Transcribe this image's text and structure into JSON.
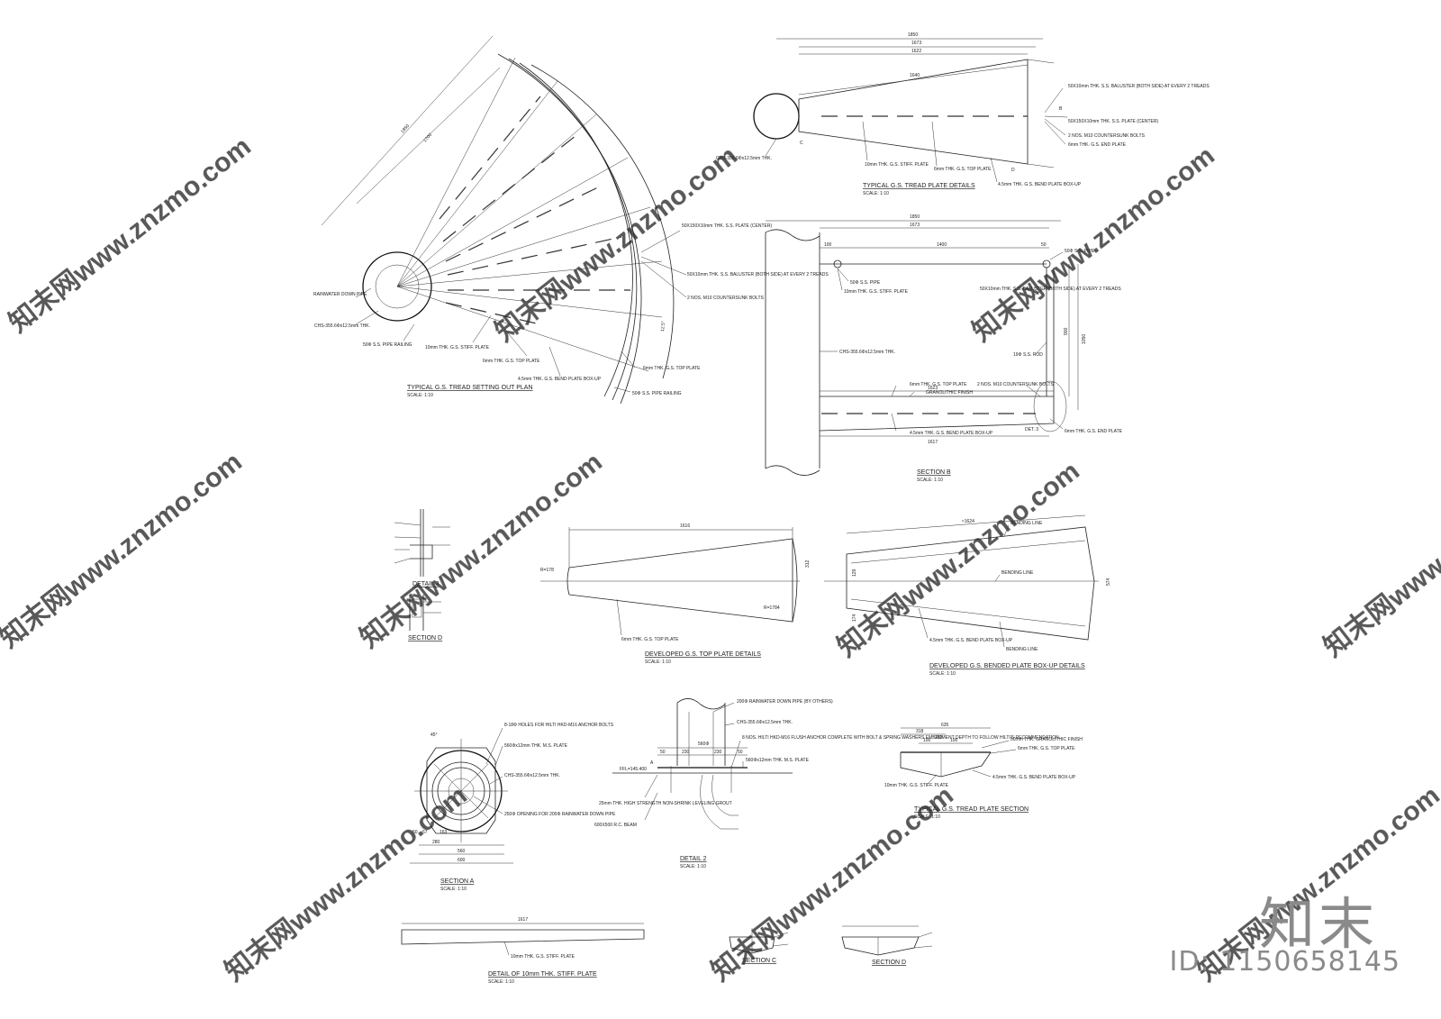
{
  "drawings": {
    "setting_out_plan": {
      "title": "TYPICAL G.S. TREAD SETTING OUT PLAN",
      "scale": "SCALE: 1:10",
      "labels": {
        "downpipe": "RAINWATER DOWN PIPE",
        "chs": "CHS-355.6Φx12.5mm THK.",
        "pipe_railing": "50Φ S.S. PIPE RAILING",
        "stiff_plate": "10mm THK. G.S. STIFF. PLATE",
        "top_plate": "6mm THK. G.S. TOP PLATE",
        "box_up": "4.5mm THK. G.S. BEND PLATE BOX-UP",
        "center_plate": "50X150X10mm THK. S.S. PLATE (CENTER)",
        "baluster": "50X10mm THK. S.S. BALUSTER (BOTH SIDE) AT EVERY 2 TREADS",
        "bolts": "2 NOS. M10 COUNTERSUNK BOLTS",
        "top_plate_2": "6mm THK. G.S. TOP PLATE",
        "railing_2": "50Φ S.S. PIPE RAILING"
      },
      "dims": [
        "1850",
        "1700",
        "12.5°"
      ]
    },
    "tread_plate_details": {
      "title": "TYPICAL G.S. TREAD PLATE DETAILS",
      "scale": "SCALE: 1:10",
      "dims": [
        "1850",
        "1673",
        "1622",
        "1640"
      ],
      "labels": {
        "chs": "CHS-355.6Φx12.5mm THK.",
        "stiff": "10mm THK. G.S. STIFF. PLATE",
        "top": "6mm THK. G.S. TOP PLATE",
        "box": "4.5mm THK. G.S. BEND PLATE BOX-UP",
        "baluster": "50X10mm THK. S.S. BALUSTER (BOTH SIDE) AT EVERY 2 TREADS",
        "center": "50X150X10mm THK. S.S. PLATE (CENTER)",
        "bolts": "2 NOS. M10 COUNTERSUNK BOLTS",
        "end": "6mm THK. G.S. END PLATE"
      },
      "markers": [
        "C",
        "D",
        "B"
      ]
    },
    "section_b": {
      "title": "SECTION B",
      "scale": "SCALE: 1:10",
      "dims": [
        "1850",
        "1673",
        "1400",
        "1623",
        "1617",
        "100",
        "50",
        "900",
        "1050"
      ],
      "labels": {
        "pipe_top": "50Φ S.S. PIPE",
        "pipe_left": "50Φ S.S. PIPE",
        "stiff": "10mm THK. G.S. STIFF. PLATE",
        "baluster": "50X10mm THK. S.S. BALUSTER (BOTH SIDE) AT EVERY 2 TREADS",
        "rod": "19Φ S.S. ROD",
        "chs": "CHS-355.6Φx12.5mm THK.",
        "top_plate": "6mm THK. G.S. TOP PLATE",
        "granolithic": "GRANOLITHIC FINISH",
        "bolts": "2 NOS. M10 COUNTERSUNK BOLTS",
        "box": "4.5mm THK. G.S. BEND PLATE BOX-UP",
        "end": "6mm THK. G.S. END PLATE",
        "det3": "DET. 3"
      }
    },
    "small_details": {
      "detail_3": "DETAIL 3",
      "section_d": "SECTION D"
    },
    "developed_top_plate": {
      "title": "DEVELOPED G.S. TOP PLATE DETAILS",
      "scale": "SCALE: 1:10",
      "dims": [
        "1616",
        "R=178",
        "R=1784",
        "312"
      ],
      "labels": {
        "top": "6mm THK. G.S. TOP PLATE"
      }
    },
    "developed_box_up": {
      "title": "DEVELOPED G.S. BENDED PLATE BOX-UP DETAILS",
      "scale": "SCALE: 1:10",
      "dims": [
        "≈1624",
        "574",
        "174",
        "129"
      ],
      "labels": {
        "bend1": "BENDING LINE",
        "bend2": "BENDING LINE",
        "bend3": "BENDING LINE",
        "box": "4.5mm THK. G.S. BEND PLATE BOX-UP"
      }
    },
    "section_a": {
      "title": "SECTION A",
      "scale": "SCALE: 1:10",
      "dims": [
        "560",
        "280",
        "163",
        "67",
        "50",
        "600",
        "45°"
      ],
      "labels": {
        "holes": "8-18Φ HOLES FOR HILTI HKD-M16 ANCHOR BOLTS",
        "plate": "560Φx12mm THK. M.S. PLATE",
        "chs": "CHS-355.6Φx12.5mm THK.",
        "opening": "250Φ OPENING FOR 200Φ RAINWATER DOWN PIPE"
      }
    },
    "detail_2": {
      "title": "DETAIL 2",
      "scale": "SCALE: 1:10",
      "dims": [
        "560Φ",
        "50",
        "230",
        "230",
        "50"
      ],
      "labels": {
        "downpipe": "200Φ RAINWATER DOWN PIPE (BY OTHERS)",
        "chs": "CHS-355.6Φx12.5mm THK.",
        "anchor": "8 NOS. HILTI HKD-M16 FLUSH ANCHOR COMPLETE WITH BOLT & SPRING WASHERS EMBEDMENT DEPTH TO FOLLOW HILTI'S RECOMMENDATION",
        "plate": "560Φx12mm THK. M.S. PLATE",
        "ffl": "FFL=145.400",
        "grout": "25mm THK. HIGH STRENGTH NON-SHRINK LEVELING GROUT",
        "beam": "600X500 R.C. BEAM"
      },
      "markers": [
        "A"
      ]
    },
    "tread_plate_section": {
      "title": "TYPICAL G.S. TREAD PLATE SECTION",
      "scale": "SCALE: 1:10",
      "dims": [
        "635",
        "318",
        "100",
        "100",
        "280"
      ],
      "labels": {
        "granolithic": "50mm THK. GRANOLITHIC FINISH",
        "top": "6mm THK. G.S. TOP PLATE",
        "box": "4.5mm THK. G.S. BEND PLATE BOX-UP",
        "stiff": "10mm THK. G.S. STIFF. PLATE"
      }
    },
    "stiff_plate": {
      "title": "DETAIL OF 10mm THK. STIFF. PLATE",
      "scale": "SCALE: 1:10",
      "dims": [
        "1617"
      ],
      "labels": {
        "stiff": "10mm THK. G.S. STIFF. PLATE"
      }
    },
    "section_c": {
      "title": "SECTION C"
    },
    "section_d2": {
      "title": "SECTION D"
    }
  },
  "watermark": {
    "text": "知末网www.znzmo.com",
    "color": "#c8c8c8"
  },
  "brand": {
    "logo": "知末",
    "id": "ID: 1150658145",
    "color": "#8a8a8a"
  }
}
